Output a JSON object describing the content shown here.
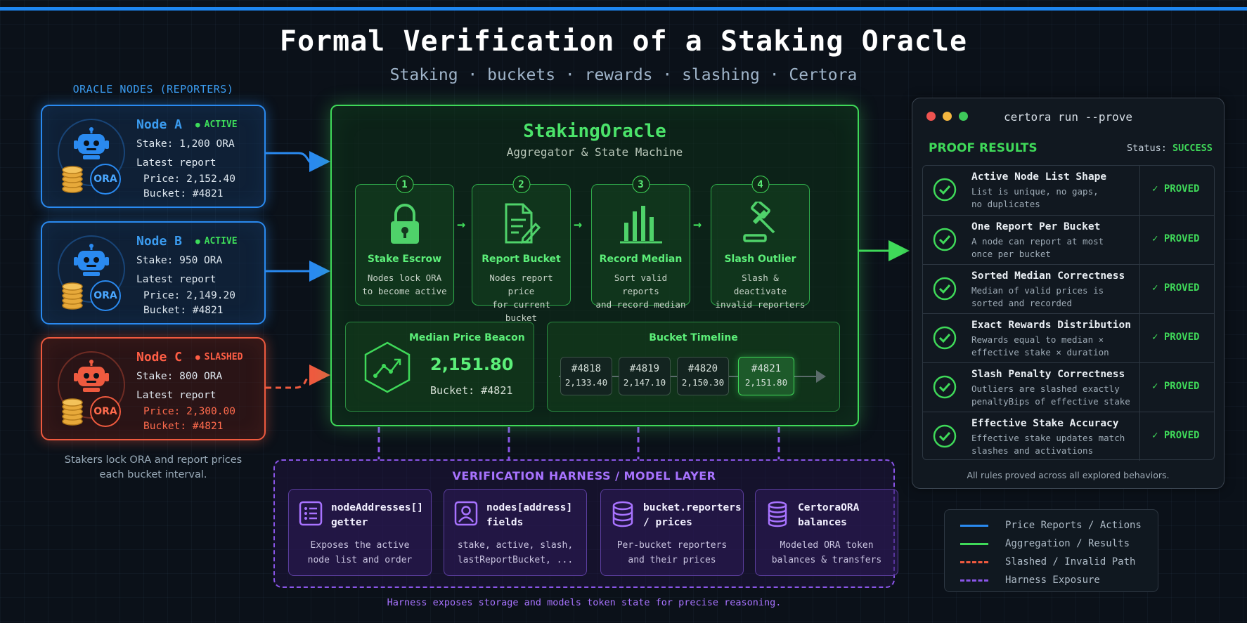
{
  "title": "Formal Verification of a Staking Oracle",
  "subtitle": "Staking · buckets · rewards · slashing · Certora",
  "nodes_section": {
    "label": "ORACLE NODES (REPORTERS)",
    "nodes": [
      {
        "name": "Node A",
        "status": "ACTIVE",
        "stake": "Stake: 1,200 ORA",
        "report_label": "Latest report",
        "price": "Price: 2,152.40",
        "bucket": "Bucket: #4821",
        "token": "ORA"
      },
      {
        "name": "Node B",
        "status": "ACTIVE",
        "stake": "Stake: 950 ORA",
        "report_label": "Latest report",
        "price": "Price: 2,149.20",
        "bucket": "Bucket: #4821",
        "token": "ORA"
      },
      {
        "name": "Node C",
        "status": "SLASHED",
        "stake": "Stake: 800 ORA",
        "report_label": "Latest report",
        "price": "Price: 2,300.00",
        "bucket": "Bucket: #4821",
        "token": "ORA"
      }
    ],
    "note_line1": "Stakers lock ORA and report prices",
    "note_line2": "each bucket interval."
  },
  "oracle": {
    "title": "StakingOracle",
    "subtitle": "Aggregator & State Machine",
    "steps": [
      {
        "num": "1",
        "icon": "lock-icon",
        "title": "Stake Escrow",
        "desc1": "Nodes lock ORA",
        "desc2": "to become active"
      },
      {
        "num": "2",
        "icon": "document-edit-icon",
        "title": "Report Bucket",
        "desc1": "Nodes report price",
        "desc2": "for current bucket"
      },
      {
        "num": "3",
        "icon": "bar-chart-icon",
        "title": "Record Median",
        "desc1": "Sort valid reports",
        "desc2": "and record median"
      },
      {
        "num": "4",
        "icon": "gavel-icon",
        "title": "Slash Outlier",
        "desc1": "Slash & deactivate",
        "desc2": "invalid reporters"
      }
    ],
    "beacon": {
      "title": "Median Price Beacon",
      "value": "2,151.80",
      "bucket": "Bucket: #4821"
    },
    "timeline": {
      "title": "Bucket Timeline",
      "buckets": [
        {
          "id": "#4818",
          "value": "2,133.40"
        },
        {
          "id": "#4819",
          "value": "2,147.10"
        },
        {
          "id": "#4820",
          "value": "2,150.30"
        },
        {
          "id": "#4821",
          "value": "2,151.80"
        }
      ]
    }
  },
  "harness": {
    "title": "VERIFICATION HARNESS / MODEL LAYER",
    "cards": [
      {
        "icon": "list-icon",
        "title1": "nodeAddresses[]",
        "title2": "getter",
        "desc1": "Exposes the active",
        "desc2": "node list and order"
      },
      {
        "icon": "user-icon",
        "title1": "nodes[address]",
        "title2": "fields",
        "desc1": "stake, active, slash,",
        "desc2": "lastReportBucket, ..."
      },
      {
        "icon": "database-icon",
        "title1": "bucket.reporters",
        "title2": "/ prices",
        "desc1": "Per-bucket reporters",
        "desc2": "and their prices"
      },
      {
        "icon": "coins-icon",
        "title1": "CertoraORA",
        "title2": "balances",
        "desc1": "Modeled ORA token",
        "desc2": "balances & transfers"
      }
    ],
    "note": "Harness exposes storage and models token state for precise reasoning."
  },
  "terminal": {
    "command": "certora run --prove",
    "heading": "PROOF RESULTS",
    "status_label": "Status:",
    "status_value": "SUCCESS",
    "rules": [
      {
        "name": "Active Node List Shape",
        "desc1": "List is unique, no gaps,",
        "desc2": "no duplicates",
        "verdict": "✓ PROVED"
      },
      {
        "name": "One Report Per Bucket",
        "desc1": "A node can report at most",
        "desc2": "once per bucket",
        "verdict": "✓ PROVED"
      },
      {
        "name": "Sorted Median Correctness",
        "desc1": "Median of valid prices is",
        "desc2": "sorted and recorded",
        "verdict": "✓ PROVED"
      },
      {
        "name": "Exact Rewards Distribution",
        "desc1": "Rewards equal to median ×",
        "desc2": "effective stake × duration",
        "verdict": "✓ PROVED"
      },
      {
        "name": "Slash Penalty Correctness",
        "desc1": "Outliers are slashed exactly",
        "desc2": "penaltyBips of effective stake",
        "verdict": "✓ PROVED"
      },
      {
        "name": "Effective Stake Accuracy",
        "desc1": "Effective stake updates match",
        "desc2": "slashes and activations",
        "verdict": "✓ PROVED"
      }
    ],
    "footer": "All rules proved across all explored behaviors."
  },
  "legend": {
    "items": [
      {
        "label": "Price Reports / Actions",
        "color": "#2a8af0",
        "style": "solid"
      },
      {
        "label": "Aggregation / Results",
        "color": "#3fd959",
        "style": "solid"
      },
      {
        "label": "Slashed / Invalid Path",
        "color": "#ef5a3f",
        "style": "dashed"
      },
      {
        "label": "Harness Exposure",
        "color": "#8a55e8",
        "style": "dashed"
      }
    ]
  },
  "colors": {
    "report_blue": "#2a8af0",
    "aggregation_green": "#3fd959",
    "slashed_red": "#ef5a3f",
    "harness_purple": "#8a55e8"
  }
}
